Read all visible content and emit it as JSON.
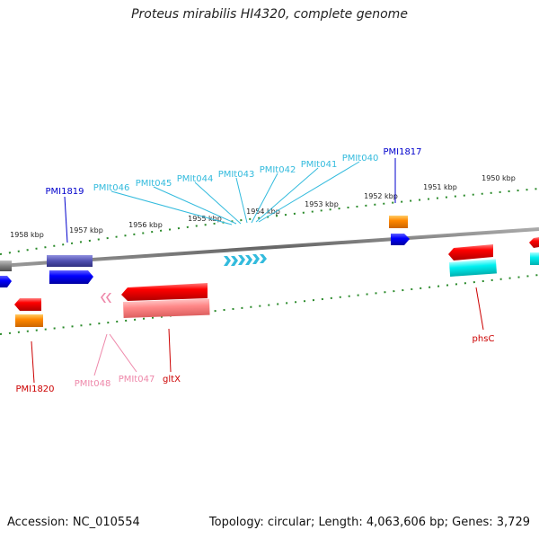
{
  "title": "Proteus mirabilis HI4320, complete genome",
  "footer": {
    "accession": "Accession: NC_010554",
    "topology": "Topology: circular; Length: 4,063,606 bp; Genes: 3,729"
  },
  "ruler_unit": "kbp",
  "outer_ruler": [
    1950,
    1951,
    1952,
    1953,
    1954,
    1955,
    1956,
    1957,
    1958
  ],
  "features": [
    {
      "name": "PMI1817",
      "color": "#0000cc",
      "strand": "plus"
    },
    {
      "name": "PMIt040",
      "color": "#33bbdd",
      "strand": "plus"
    },
    {
      "name": "PMIt041",
      "color": "#33bbdd",
      "strand": "plus"
    },
    {
      "name": "PMIt042",
      "color": "#33bbdd",
      "strand": "plus"
    },
    {
      "name": "PMIt043",
      "color": "#33bbdd",
      "strand": "plus"
    },
    {
      "name": "PMIt044",
      "color": "#33bbdd",
      "strand": "plus"
    },
    {
      "name": "PMIt045",
      "color": "#33bbdd",
      "strand": "plus"
    },
    {
      "name": "PMIt046",
      "color": "#33bbdd",
      "strand": "plus"
    },
    {
      "name": "PMI1819",
      "color": "#0000cc",
      "strand": "plus"
    },
    {
      "name": "PMI1820",
      "color": "#cc0000",
      "strand": "minus"
    },
    {
      "name": "PMIt048",
      "color": "#ee88aa",
      "strand": "minus"
    },
    {
      "name": "PMIt047",
      "color": "#ee88aa",
      "strand": "minus"
    },
    {
      "name": "gltX",
      "color": "#cc0000",
      "strand": "minus"
    },
    {
      "name": "phsC",
      "color": "#cc0000",
      "strand": "minus"
    }
  ],
  "colors": {
    "backbone": "#777777",
    "ruler_tick": "#2a8a2a",
    "gene_red": "#ff0000",
    "gene_blue": "#0000ff",
    "gene_orange": "#ff8800",
    "gene_cyan": "#00ffff",
    "gene_pink": "#ff8888",
    "gene_purple": "#5050b0",
    "trna": "#33bbdd"
  }
}
